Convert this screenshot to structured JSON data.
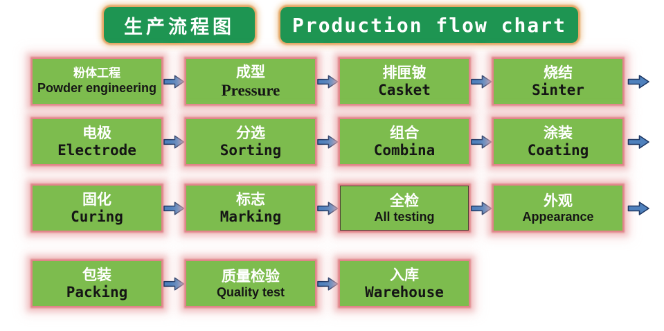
{
  "header": {
    "title_cn": "生产流程图",
    "title_en": "Production flow chart"
  },
  "flow": {
    "rows": [
      {
        "items": [
          {
            "cn": "粉体工程",
            "en": "Powder engineering"
          },
          {
            "cn": "成型",
            "en": "Pressure"
          },
          {
            "cn": "排匣铍",
            "en": "Casket"
          },
          {
            "cn": "烧结",
            "en": "Sinter"
          }
        ]
      },
      {
        "items": [
          {
            "cn": "电极",
            "en": "Electrode"
          },
          {
            "cn": "分选",
            "en": "Sorting"
          },
          {
            "cn": "组合",
            "en": "Combina"
          },
          {
            "cn": "涂装",
            "en": "Coating"
          }
        ]
      },
      {
        "items": [
          {
            "cn": "固化",
            "en": "Curing"
          },
          {
            "cn": "标志",
            "en": "Marking"
          },
          {
            "cn": "全检",
            "en": "All testing"
          },
          {
            "cn": "外观",
            "en": "Appearance"
          }
        ]
      },
      {
        "items": [
          {
            "cn": "包装",
            "en": "Packing"
          },
          {
            "cn": "质量检验",
            "en": "Quality test"
          },
          {
            "cn": "入库",
            "en": "Warehouse"
          }
        ]
      }
    ]
  },
  "colors": {
    "header_green": "#1e9552",
    "box_green": "#7dbc4e",
    "box_glow_pink": "#e28f94",
    "header_glow_tan": "#e5ab6d",
    "arrow_fill": "#4f81bd",
    "arrow_stroke": "#1f3864",
    "text_en": "#151515",
    "text_cn": "#ffffff"
  },
  "icons": {
    "arrow": "right-block-arrow"
  }
}
